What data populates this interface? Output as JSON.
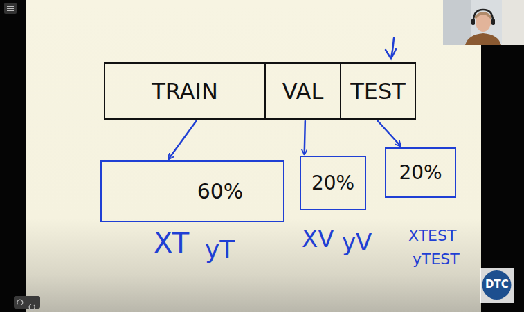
{
  "diagram": {
    "nodes": [
      {
        "text": [
          "TRAIN"
        ]
      },
      {
        "text": [
          "VAL"
        ]
      },
      {
        "text": [
          "TEST"
        ]
      },
      {
        "text": [
          "60%"
        ]
      },
      {
        "text": [
          "20%"
        ]
      },
      {
        "text": [
          "20%"
        ]
      }
    ],
    "edges": [
      {
        "from": 0,
        "to": 3,
        "arrow": "to"
      },
      {
        "from": 1,
        "to": 4,
        "arrow": "to"
      },
      {
        "from": 2,
        "to": 5,
        "arrow": "to"
      }
    ],
    "labels": [
      "XT",
      "yT",
      "XV",
      "yV",
      "XTEST",
      "yTEST",
      "DTC"
    ]
  }
}
